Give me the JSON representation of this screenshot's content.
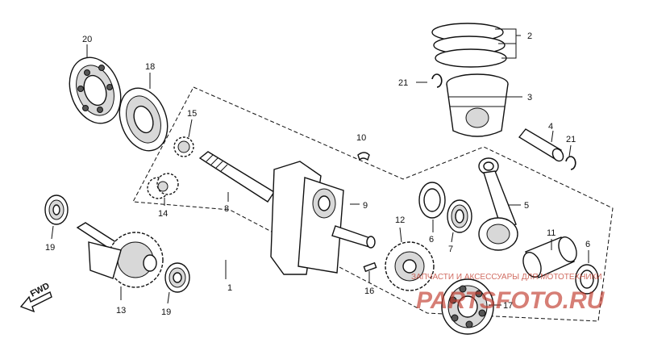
{
  "diagram": {
    "callouts": [
      "1",
      "2",
      "3",
      "4",
      "5",
      "6",
      "6",
      "7",
      "8",
      "9",
      "10",
      "11",
      "12",
      "13",
      "14",
      "15",
      "16",
      "17",
      "18",
      "19",
      "19",
      "20",
      "21",
      "21"
    ],
    "fwd_label": "FWD"
  },
  "watermark": {
    "text_small": "ЗАПЧАСТИ И АКСЕССУАРЫ ДЛЯ МОТОТЕХНИКИ",
    "text_large": "PARTSFOTO.RU",
    "color": "#c0392b"
  }
}
